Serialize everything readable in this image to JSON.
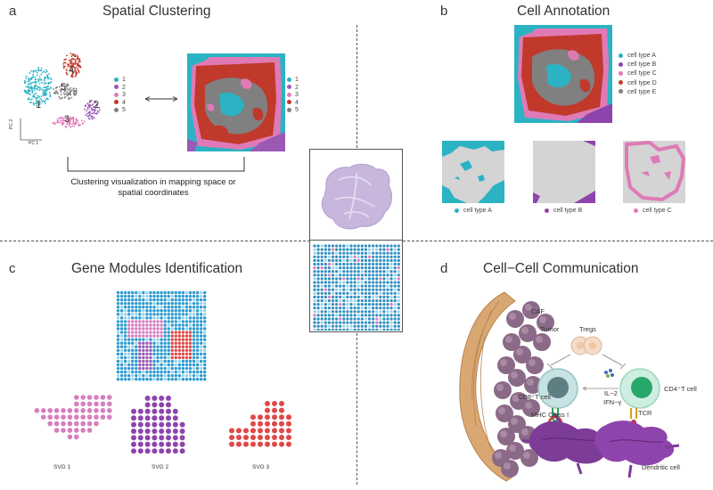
{
  "panels": {
    "a": {
      "letter": "a",
      "title": "Spatial Clustering"
    },
    "b": {
      "letter": "b",
      "title": "Cell Annotation"
    },
    "c": {
      "letter": "c",
      "title": "Gene Modules Identification"
    },
    "d": {
      "letter": "d",
      "title": "Cell−Cell Communication"
    }
  },
  "cluster_legend": [
    "1",
    "2",
    "3",
    "4",
    "5"
  ],
  "cluster_colors": [
    "#2bb3c4",
    "#9b59b6",
    "#e07ab6",
    "#c0392b",
    "#808080"
  ],
  "umap_labels": [
    "1",
    "2",
    "3",
    "4",
    "5"
  ],
  "axis_labels": {
    "pc1": "PC 1",
    "pc2": "PC 2"
  },
  "caption": "Clustering visualization in mapping space or spatial coordinates",
  "cell_types": [
    "cell type A",
    "cell type B",
    "cell type C",
    "cell type D",
    "cell type E"
  ],
  "cell_type_colors": [
    "#2bb3c4",
    "#8e44ad",
    "#e07ab6",
    "#c0392b",
    "#808080"
  ],
  "sub_panel_labels": [
    "cell type A",
    "cell type B",
    "cell type C"
  ],
  "svg_labels": [
    "SVG 1",
    "SVG 2",
    "SVG 3"
  ],
  "svg_colors": [
    "#d67fbf",
    "#8e44ad",
    "#e04848"
  ],
  "comm_labels": {
    "caf": "CAF",
    "tumor": "Tumor",
    "tregs": "Tregs",
    "cd8": "CD8⁺T cell",
    "cd4": "CD4⁺T cell",
    "il2": "IL−2",
    "ifn": "IFN−γ",
    "mhc": "MHC Class I",
    "tcr": "TCR",
    "dc": "Dendritic cell"
  }
}
